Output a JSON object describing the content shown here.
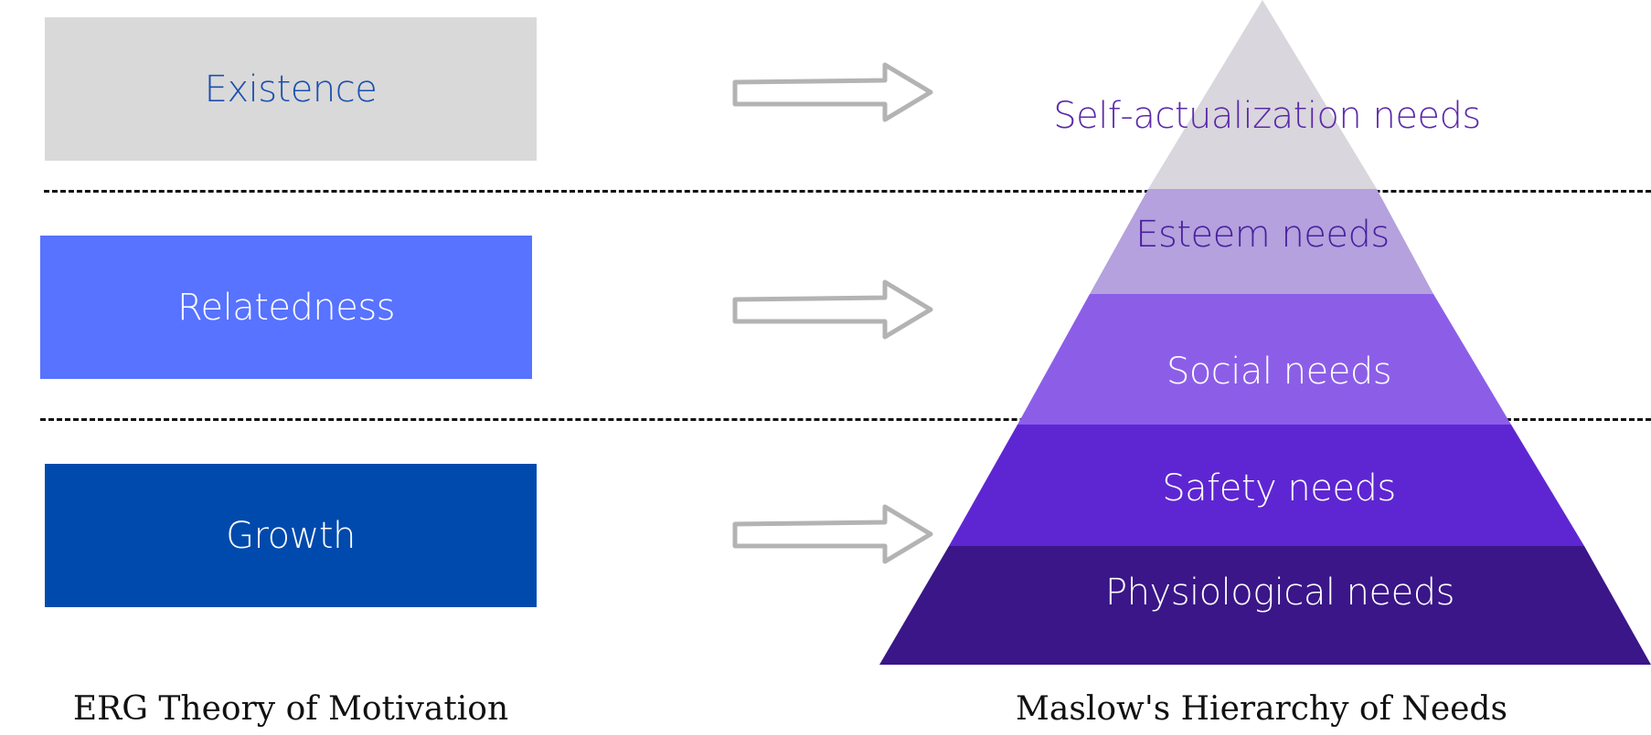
{
  "erg": {
    "caption": "ERG Theory of Motivation",
    "boxes": [
      {
        "label": "Existence",
        "fill": "#d9d9d9",
        "text_color": "#1b4fb0"
      },
      {
        "label": "Relatedness",
        "fill": "#5773ff",
        "text_color": "#ffffff"
      },
      {
        "label": "Growth",
        "fill": "#004aad",
        "text_color": "#ffffff"
      }
    ]
  },
  "maslow": {
    "caption": "Maslow's Hierarchy of Needs",
    "levels": [
      {
        "label": "Self-actualization needs",
        "fill": "#d9d6dd",
        "text_color": "#5b2aa8"
      },
      {
        "label": "Esteem needs",
        "fill": "#b4a1dd",
        "text_color": "#4a1f9e"
      },
      {
        "label": "Social needs",
        "fill": "#8c5ee8",
        "text_color": "#ffffff"
      },
      {
        "label": "Safety needs",
        "fill": "#5e26d2",
        "text_color": "#ffffff"
      },
      {
        "label": "Physiological needs",
        "fill": "#3a1688",
        "text_color": "#ffffff"
      }
    ]
  },
  "colors": {
    "arrow_fill": "#ffffff",
    "arrow_stroke": "#b3b3b3",
    "divider": "#111111"
  }
}
